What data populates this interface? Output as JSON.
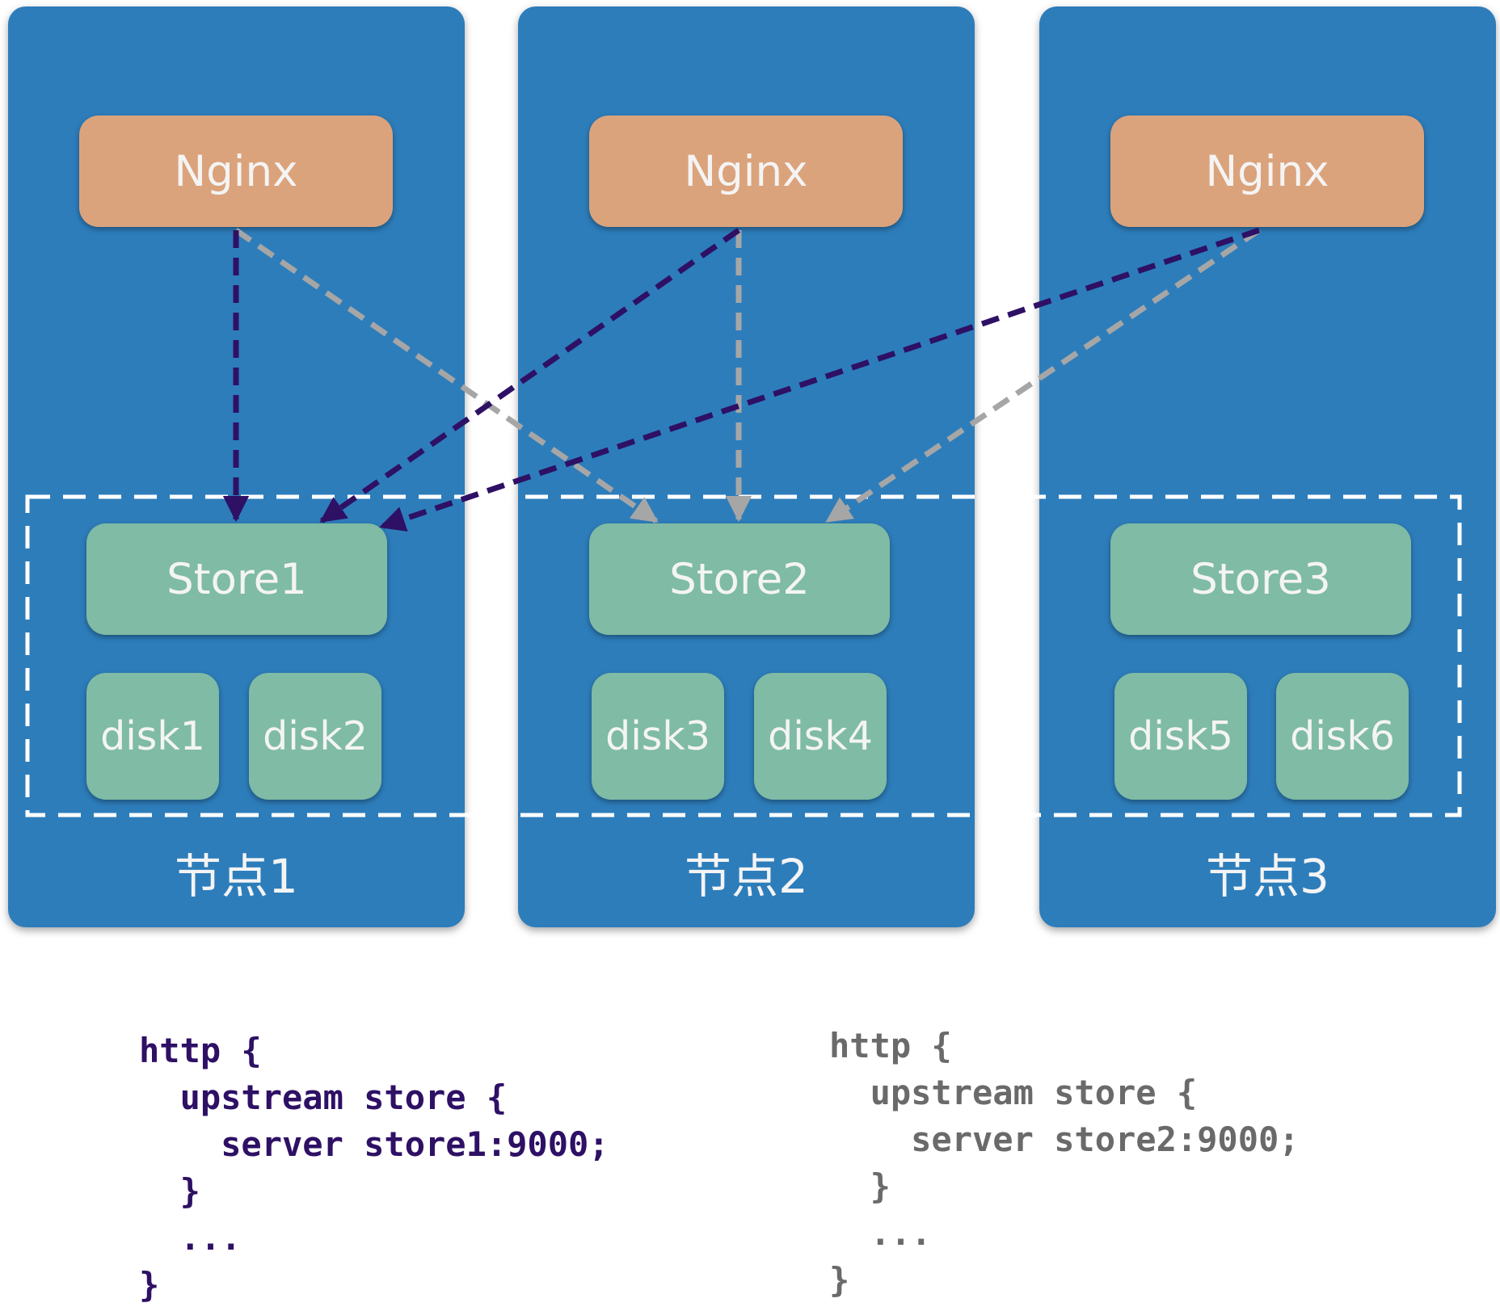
{
  "colors": {
    "node_panel": "#2d7dbb",
    "nginx": "#dba37c",
    "store": "#7fbba5",
    "primary_arrow": "#2e1065",
    "secondary_arrow": "#a6a6a6",
    "box_text": "#f4f4f4"
  },
  "nodes": [
    {
      "label": "节点1",
      "nginx": "Nginx",
      "store": "Store1",
      "disks": [
        "disk1",
        "disk2"
      ]
    },
    {
      "label": "节点2",
      "nginx": "Nginx",
      "store": "Store2",
      "disks": [
        "disk3",
        "disk4"
      ]
    },
    {
      "label": "节点3",
      "nginx": "Nginx",
      "store": "Store3",
      "disks": [
        "disk5",
        "disk6"
      ]
    }
  ],
  "connections": [
    {
      "from": "nginx1",
      "to": "store1",
      "style": "primary"
    },
    {
      "from": "nginx2",
      "to": "store1",
      "style": "primary"
    },
    {
      "from": "nginx3",
      "to": "store1",
      "style": "primary"
    },
    {
      "from": "nginx1",
      "to": "store2",
      "style": "secondary"
    },
    {
      "from": "nginx2",
      "to": "store2",
      "style": "secondary"
    },
    {
      "from": "nginx3",
      "to": "store2",
      "style": "secondary"
    }
  ],
  "configs": [
    {
      "style": "primary",
      "lines": [
        "http {",
        "  upstream store {",
        "    server store1:9000;",
        "  }",
        "  ...",
        "}"
      ]
    },
    {
      "style": "secondary",
      "lines": [
        "http {",
        "  upstream store {",
        "    server store2:9000;",
        "  }",
        "  ...",
        "}"
      ]
    }
  ]
}
